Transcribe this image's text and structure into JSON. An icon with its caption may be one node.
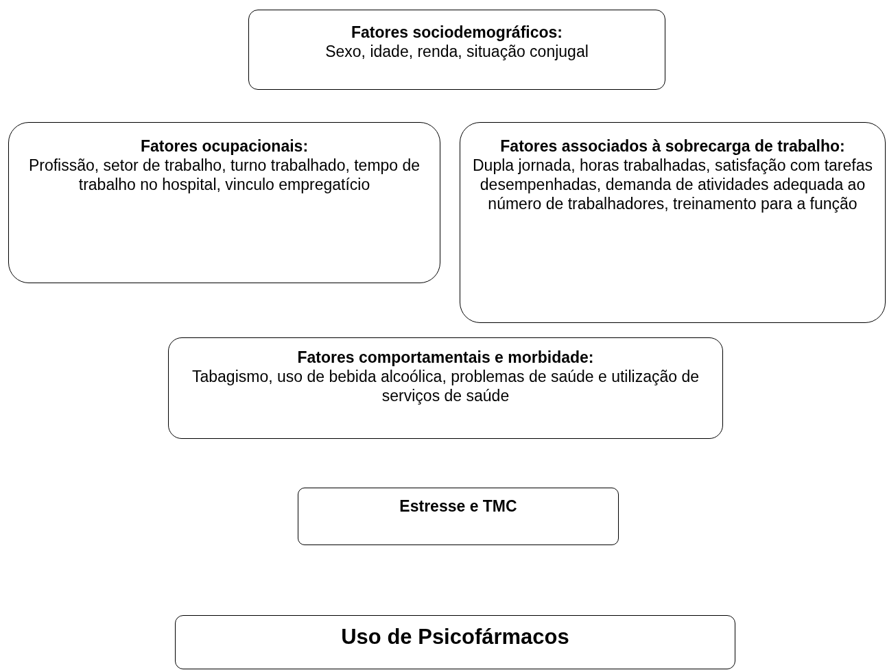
{
  "diagram": {
    "nodes": [
      {
        "text": [
          "Fatores sociodemográficos:",
          "Sexo, idade, renda, situação conjugal"
        ]
      },
      {
        "text": [
          "Fatores ocupacionais:",
          "Profissão, setor de trabalho, turno trabalhado, tempo de trabalho no hospital, vinculo empregatício"
        ]
      },
      {
        "text": [
          "Fatores associados à sobrecarga de trabalho:",
          "Dupla jornada, horas trabalhadas, satisfação com tarefas desempenhadas, demanda de atividades adequada ao número de trabalhadores, treinamento para a função"
        ]
      },
      {
        "text": [
          "Fatores comportamentais e morbidade:",
          "Tabagismo, uso de bebida alcoólica, problemas de saúde e utilização de serviços de saúde"
        ]
      },
      {
        "text": [
          "Estresse e TMC"
        ]
      },
      {
        "text": [
          "Uso de Psicofármacos"
        ]
      }
    ]
  }
}
